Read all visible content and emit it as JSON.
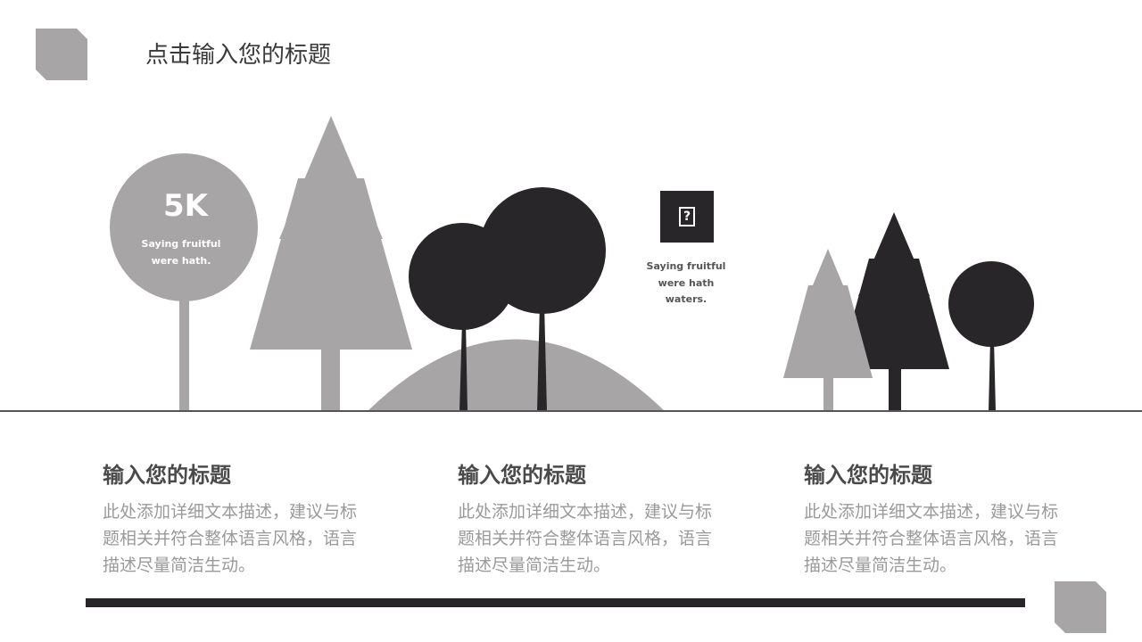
{
  "slide": {
    "title": "点击输入您的标题"
  },
  "stat": {
    "value": "5K",
    "caption": "Saying fruitful were hath."
  },
  "icon_block": {
    "icon": "missing-glyph-icon",
    "glyph": "?",
    "caption": "Saying fruitful were hath waters."
  },
  "columns": [
    {
      "heading": "输入您的标题",
      "body": "此处添加详细文本描述，建议与标题相关并符合整体语言风格，语言描述尽量简洁生动。"
    },
    {
      "heading": "输入您的标题",
      "body": "此处添加详细文本描述，建议与标题相关并符合整体语言风格，语言描述尽量简洁生动。"
    },
    {
      "heading": "输入您的标题",
      "body": "此处添加详细文本描述，建议与标题相关并符合整体语言风格，语言描述尽量简洁生动。"
    }
  ],
  "colors": {
    "light_gray": "#a7a5a6",
    "dark": "#282628",
    "ground_line": "#555555"
  }
}
